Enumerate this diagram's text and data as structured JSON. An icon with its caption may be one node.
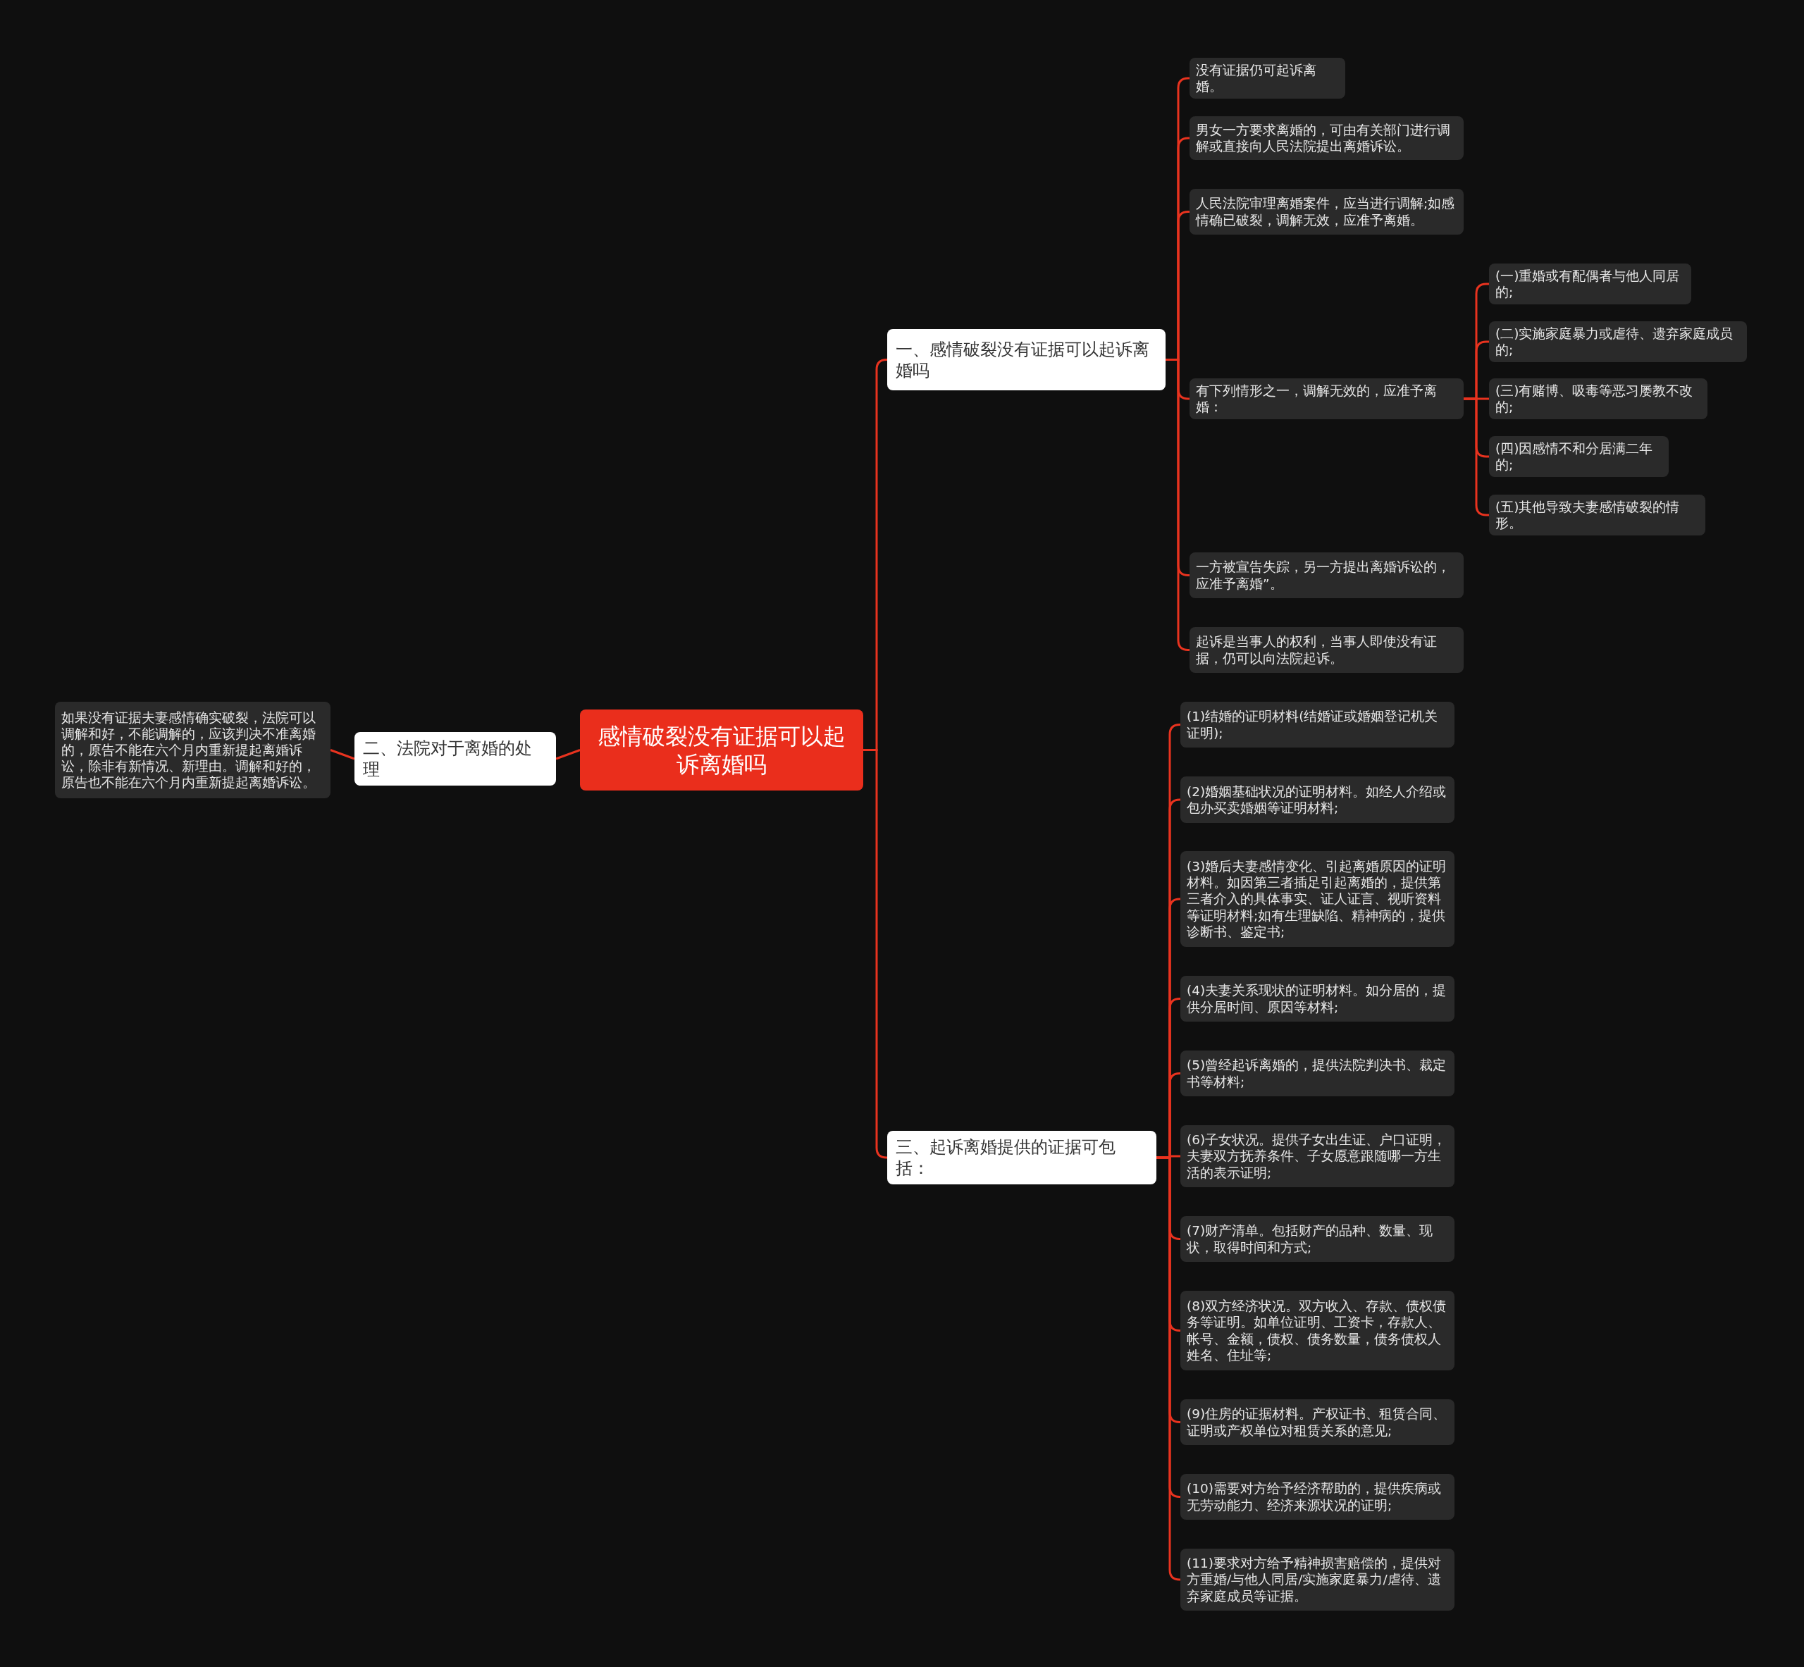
{
  "diagram": {
    "nodes": [
      {
        "text": [
          "感情破裂没有证据可以起诉离婚吗"
        ]
      },
      {
        "text": [
          "一、感情破裂没有证据可以起诉离婚吗"
        ]
      },
      {
        "text": [
          "没有证据仍可起诉离婚。"
        ]
      },
      {
        "text": [
          "男女一方要求离婚的，可由有关部门进行调解或直接向人民法院提出离婚诉讼。"
        ]
      },
      {
        "text": [
          "人民法院审理离婚案件，应当进行调解;如感情确已破裂，调解无效，应准予离婚。"
        ]
      },
      {
        "text": [
          "有下列情形之一，调解无效的，应准予离婚："
        ]
      },
      {
        "text": [
          "(一)重婚或有配偶者与他人同居的;"
        ]
      },
      {
        "text": [
          "(二)实施家庭暴力或虐待、遗弃家庭成员的;"
        ]
      },
      {
        "text": [
          "(三)有赌博、吸毒等恶习屡教不改的;"
        ]
      },
      {
        "text": [
          "(四)因感情不和分居满二年的;"
        ]
      },
      {
        "text": [
          "(五)其他导致夫妻感情破裂的情形。"
        ]
      },
      {
        "text": [
          "一方被宣告失踪，另一方提出离婚诉讼的，应准予离婚”。"
        ]
      },
      {
        "text": [
          "起诉是当事人的权利，当事人即使没有证据，仍可以向法院起诉。"
        ]
      },
      {
        "text": [
          "二、法院对于离婚的处理"
        ]
      },
      {
        "text": [
          "如果没有证据夫妻感情确实破裂，法院可以调解和好，不能调解的，应该判决不准离婚的，原告不能在六个月内重新提起离婚诉讼，除非有新情况、新理由。调解和好的，原告也不能在六个月内重新提起离婚诉讼。"
        ]
      },
      {
        "text": [
          "三、起诉离婚提供的证据可包括："
        ]
      },
      {
        "text": [
          "(1)结婚的证明材料(结婚证或婚姻登记机关证明);"
        ]
      },
      {
        "text": [
          "(2)婚姻基础状况的证明材料。如经人介绍或包办买卖婚姻等证明材料;"
        ]
      },
      {
        "text": [
          "(3)婚后夫妻感情变化、引起离婚原因的证明材料。如因第三者插足引起离婚的，提供第三者介入的具体事实、证人证言、视听资料等证明材料;如有生理缺陷、精神病的，提供诊断书、鉴定书;"
        ]
      },
      {
        "text": [
          "(4)夫妻关系现状的证明材料。如分居的，提供分居时间、原因等材料;"
        ]
      },
      {
        "text": [
          "(5)曾经起诉离婚的，提供法院判决书、裁定书等材料;"
        ]
      },
      {
        "text": [
          "(6)子女状况。提供子女出生证、户口证明，夫妻双方抚养条件、子女愿意跟随哪一方生活的表示证明;"
        ]
      },
      {
        "text": [
          "(7)财产清单。包括财产的品种、数量、现状，取得时间和方式;"
        ]
      },
      {
        "text": [
          "(8)双方经济状况。双方收入、存款、债权债务等证明。如单位证明、工资卡，存款人、帐号、金额，债权、债务数量，债务债权人姓名、住址等;"
        ]
      },
      {
        "text": [
          "(9)住房的证据材料。产权证书、租赁合同、证明或产权单位对租赁关系的意见;"
        ]
      },
      {
        "text": [
          "(10)需要对方给予经济帮助的，提供疾病或无劳动能力、经济来源状况的证明;"
        ]
      },
      {
        "text": [
          "(11)要求对方给予精神损害赔偿的，提供对方重婚/与他人同居/实施家庭暴力/虐待、遗弃家庭成员等证据。"
        ]
      }
    ],
    "edges": [
      {
        "from": 0,
        "to": 1,
        "arrow": "none"
      },
      {
        "from": 1,
        "to": 2,
        "arrow": "none"
      },
      {
        "from": 1,
        "to": 3,
        "arrow": "none"
      },
      {
        "from": 1,
        "to": 4,
        "arrow": "none"
      },
      {
        "from": 1,
        "to": 5,
        "arrow": "none"
      },
      {
        "from": 5,
        "to": 6,
        "arrow": "none"
      },
      {
        "from": 5,
        "to": 7,
        "arrow": "none"
      },
      {
        "from": 5,
        "to": 8,
        "arrow": "none"
      },
      {
        "from": 5,
        "to": 9,
        "arrow": "none"
      },
      {
        "from": 5,
        "to": 10,
        "arrow": "none"
      },
      {
        "from": 1,
        "to": 11,
        "arrow": "none"
      },
      {
        "from": 1,
        "to": 12,
        "arrow": "none"
      },
      {
        "from": 0,
        "to": 13,
        "arrow": "none"
      },
      {
        "from": 13,
        "to": 14,
        "arrow": "none"
      },
      {
        "from": 0,
        "to": 15,
        "arrow": "none"
      },
      {
        "from": 15,
        "to": 16,
        "arrow": "none"
      },
      {
        "from": 15,
        "to": 17,
        "arrow": "none"
      },
      {
        "from": 15,
        "to": 18,
        "arrow": "none"
      },
      {
        "from": 15,
        "to": 19,
        "arrow": "none"
      },
      {
        "from": 15,
        "to": 20,
        "arrow": "none"
      },
      {
        "from": 15,
        "to": 21,
        "arrow": "none"
      },
      {
        "from": 15,
        "to": 22,
        "arrow": "none"
      },
      {
        "from": 15,
        "to": 23,
        "arrow": "none"
      },
      {
        "from": 15,
        "to": 24,
        "arrow": "none"
      },
      {
        "from": 15,
        "to": 25,
        "arrow": "none"
      },
      {
        "from": 15,
        "to": 26,
        "arrow": "none"
      }
    ]
  }
}
